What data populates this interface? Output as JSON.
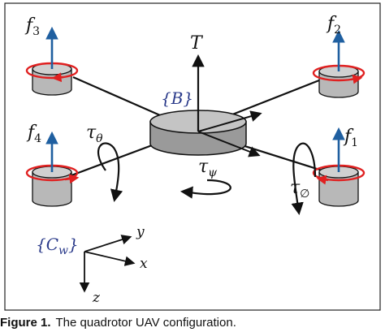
{
  "diagram": {
    "body_frame": "{B}",
    "world_frame": "{C",
    "world_frame_sub": "w",
    "world_frame_close": "}",
    "thrust": "T",
    "rotor_forces": {
      "f1": {
        "base": "f",
        "sub": "1"
      },
      "f2": {
        "base": "f",
        "sub": "2"
      },
      "f3": {
        "base": "f",
        "sub": "3"
      },
      "f4": {
        "base": "f",
        "sub": "4"
      }
    },
    "torques": {
      "theta": {
        "base": "τ",
        "sub": "θ"
      },
      "psi": {
        "base": "τ",
        "sub": "ψ"
      },
      "phi": {
        "base": "τ",
        "sub": "∅"
      }
    },
    "axes": {
      "x": "x",
      "y": "y",
      "z": "z"
    },
    "colors": {
      "force_arrow": "#1f5fa0",
      "spin_ring": "#e02020",
      "rotor_fill": "#b8b8b8",
      "line": "#111111",
      "frame_label": "#2a3a8a"
    }
  },
  "caption": {
    "label": "Figure 1.",
    "text": "The quadrotor UAV configuration."
  }
}
